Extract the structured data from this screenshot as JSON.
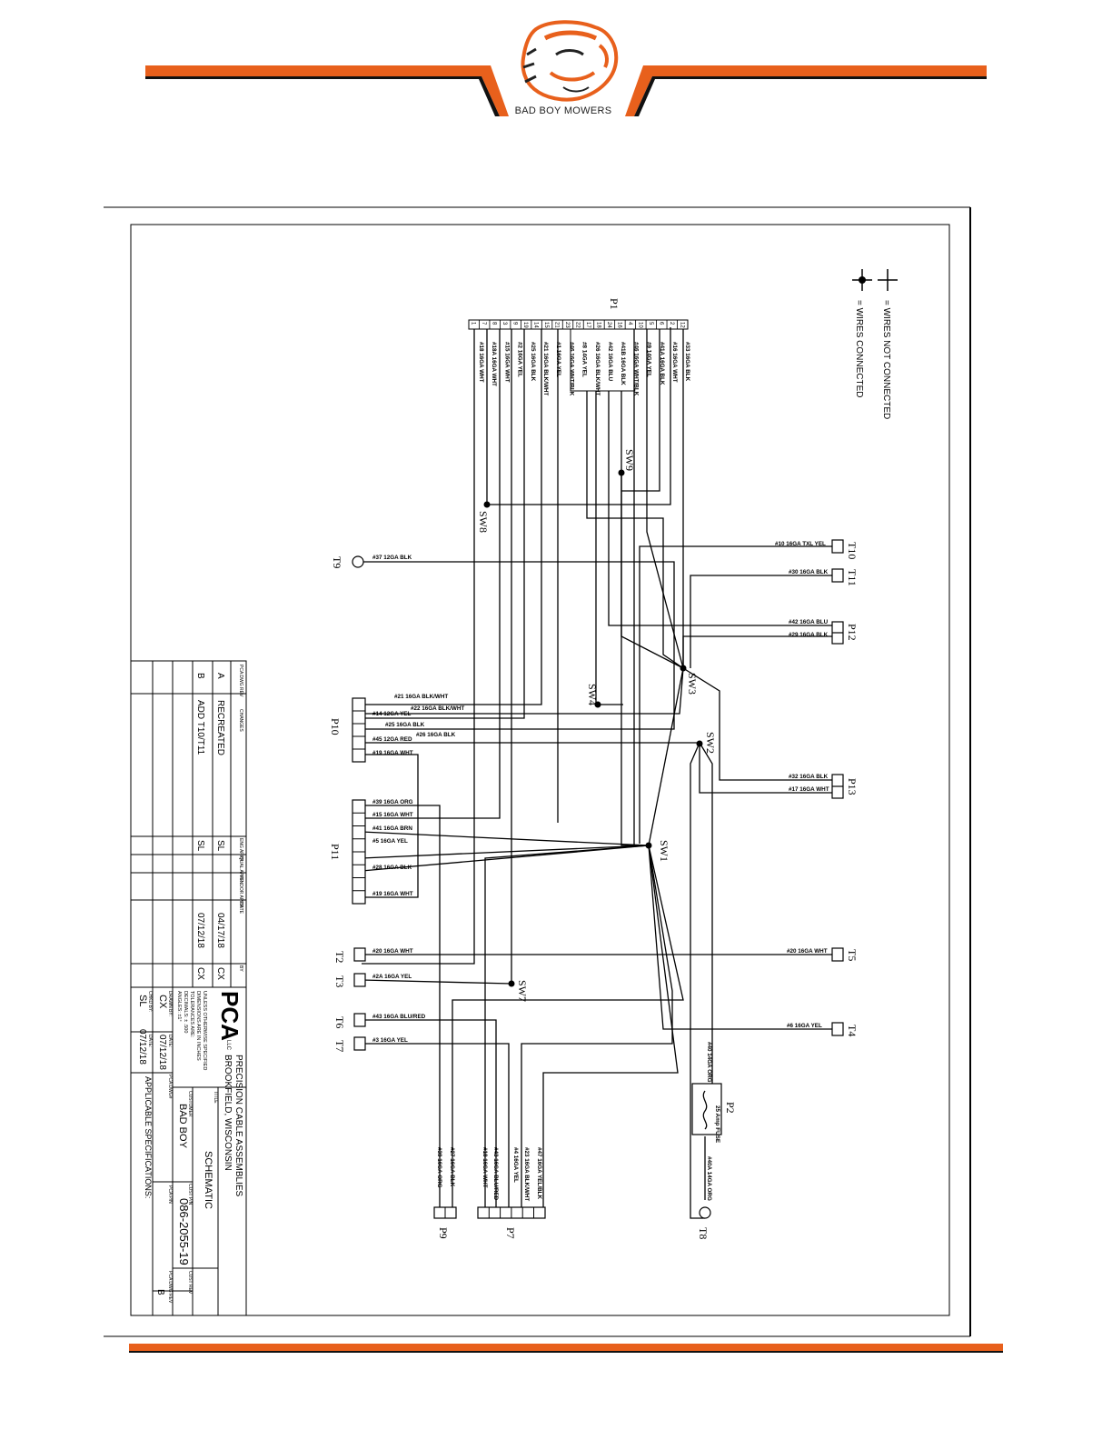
{
  "brand": {
    "name": "BAD BOY MOWERS",
    "accent": "#e8601c"
  },
  "legend": {
    "not_connected": "= WIRES NOT CONNECTED",
    "connected": "= WIRES CONNECTED"
  },
  "connectors": {
    "p1": "P1",
    "p2": "P2",
    "p7": "P7",
    "p9": "P9",
    "p10": "P10",
    "p11": "P11",
    "p12": "P12",
    "p13": "P13"
  },
  "p1_pins": [
    "1",
    "7",
    "8",
    "3",
    "9",
    "19",
    "14",
    "15",
    "21",
    "23",
    "22",
    "17",
    "18",
    "24",
    "16",
    "4",
    "10",
    "5",
    "6",
    "2",
    "12"
  ],
  "p1_wires": [
    "#18 16GA WHT",
    "#18A 16GA WHT",
    "#15 16GA WHT",
    "#2 16GA YEL",
    "#25 16GA BLK",
    "#21 16GA BLK/WHT",
    "#1 16GA YEL",
    "#46 16GA WHT/BLK",
    "#8 14GA YEL",
    "#26 16GA BLK/WHT",
    "#42 16GA BLU",
    "#41B 16GA BLK",
    "#46 16GA WHT/BLK",
    "#9 14GA YEL",
    "#41A 16GA BLK",
    "#16 16GA WHT",
    "#33 16GA BLK"
  ],
  "switches": {
    "sw1": "SW1",
    "sw2": "SW2",
    "sw3": "SW3",
    "sw4": "SW4",
    "sw7": "SW7",
    "sw8": "SW8",
    "sw9": "SW9"
  },
  "terminals": {
    "t2": "T2",
    "t3": "T3",
    "t4": "T4",
    "t5": "T5",
    "t6": "T6",
    "t7": "T7",
    "t8": "T8",
    "t9": "T9",
    "t10": "T10",
    "t11": "T11"
  },
  "wire_labels": {
    "t9": "#37 12GA BLK",
    "t10": "#10 16GA TXL YEL",
    "t11": "#30 16GA BLK",
    "p12_1": "#42 16GA BLU",
    "p12_2": "#29 16GA BLK",
    "p13_1": "#32 16GA BLK",
    "p13_2": "#17 16GA WHT",
    "p10_1": "#21 16GA BLK/WHT",
    "p10_1b": "#22 16GA BLK/WHT",
    "p10_2": "#14 12GA YEL",
    "p10_3": "#25 16GA BLK",
    "p10_3b": "#26 16GA BLK",
    "p10_4": "#45 12GA RED",
    "p10_5": "#19 16GA WHT",
    "p11_1": "#39 16GA ORG",
    "p11_2": "#15 16GA WHT",
    "p11_3": "#41 16GA BRN",
    "p11_4": "#5 16GA YEL",
    "p11_6": "#28 16GA BLK",
    "p11_8": "#19 16GA WHT",
    "t2": "#20 16GA WHT",
    "t3": "#2A 16GA YEL",
    "t5": "#20 16GA WHT",
    "t6": "#43 16GA BLU/RED",
    "t7": "#3 16GA YEL",
    "t4": "#6 16GA YEL",
    "p2_in": "#40 14GA ORG",
    "p2_out": "#40A 14GA ORG",
    "p2_fuse": "25 Amp FUSE",
    "p9_1": "#39 16GA ORG",
    "p9_2": "#27 16GA BLK",
    "p7_6": "#18 16GA WHT",
    "p7_5": "#43 16GA BLU/RED",
    "p7_4": "#4 16GA YEL",
    "p7_3": "#23 16GA BLK/WHT",
    "p7_2": "#47 16GA YEL/BLK"
  },
  "title_block": {
    "rev_header": "PCA DWG REV",
    "changes_header": "CHANGES",
    "eng_header": "ENG APPR",
    "qual_header": "QUAL APPR",
    "vendor_header": "VENDOR APPR",
    "date_header": "DATE",
    "by_header": "BY",
    "rows": [
      {
        "rev": "A",
        "change": "RECREATED",
        "eng": "SL",
        "date": "04/17/18",
        "by": "CX"
      },
      {
        "rev": "B",
        "change": "ADD T10/T11",
        "eng": "SL",
        "date": "07/12/18",
        "by": "CX"
      }
    ],
    "company_logo": "PCA",
    "company_llc": "LLC",
    "company_name": "PRECISION CABLE ASSEMBLIES",
    "company_city": "BROOKFIELD, WISCONSIN",
    "tolerance_1": "UNLESS OTHERWISE SPECIFIED",
    "tolerance_2": "DIMENSIONS ARE IN INCHES",
    "tolerance_3": "TOLERANCES ARE:",
    "tolerance_4": "DECIMALS: ± .500",
    "tolerance_5": "ANGLES: ±1°",
    "drawn_by_label": "DRAWN BY:",
    "drawn_by": "CX",
    "drawn_date_label": "DATE:",
    "drawn_date": "07/12/18",
    "chkd_by_label": "CHKD BY:",
    "chkd_by": "SL",
    "chkd_date_label": "DATE:",
    "chkd_date": "07/12/18",
    "title_label": "TITLE",
    "title": "SCHEMATIC",
    "customer_label": "CUSTOMER",
    "customer": "BAD BOY",
    "pca_dwg_label": "PCA DWG#",
    "cust_pn_label": "CUST P/N",
    "cust_pn": "086-2055-19",
    "pca_pn_label": "PCA P/N",
    "cust_rev_label": "CUST REV",
    "pca_rev_label": "PCA DWG REV",
    "pca_rev": "B",
    "specs_label": "APPLICABLE SPECIFICATIONS:"
  }
}
